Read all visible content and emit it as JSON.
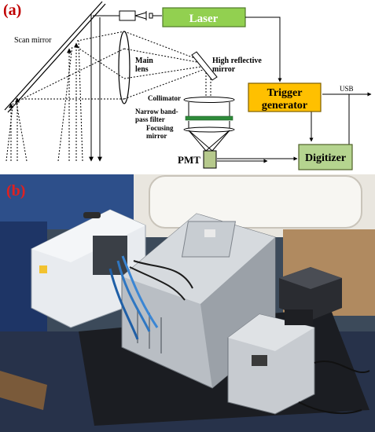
{
  "panel_a": {
    "tag": "(a)",
    "labels": {
      "scan_mirror": "Scan mirror",
      "main_lens": "Main\nlens",
      "high_reflective_mirror": "High reflective\nmirror",
      "collimator": "Collimator",
      "filter": "Narrow band-\npass filter",
      "focusing_mirror": "Focusing\nmirror",
      "pmt": "PMT",
      "usb": "USB"
    },
    "boxes": {
      "laser": "Laser",
      "trigger": "Trigger\ngenerator",
      "digitizer": "Digitizer"
    },
    "colors": {
      "laser_fill": "#92d050",
      "laser_border": "#4f7a28",
      "trigger_fill": "#ffc000",
      "trigger_border": "#7f6000",
      "digitizer_fill": "#b5d48f",
      "digitizer_border": "#4f6228",
      "pmt_fill": "#b6c98c",
      "filter_color": "#2e8b3a",
      "tag_color": "#c00000"
    }
  },
  "panel_b": {
    "tag": "(b)",
    "tag_color": "#e02020"
  }
}
